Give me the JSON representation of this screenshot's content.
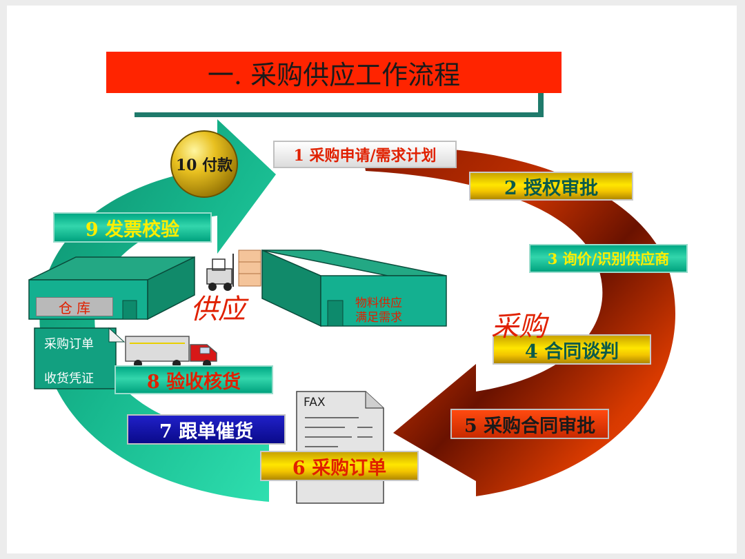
{
  "title": "一. 采购供应工作流程",
  "steps": {
    "s1": "1 采购申请/需求计划",
    "s2": "2  授权审批",
    "s3": "3  询价/识别供应商",
    "s4": "4  合同谈判",
    "s5": "5  采购合同审批",
    "s6": "6  采购订单",
    "s7": "7  跟单催货",
    "s8": "8  验收核货",
    "s9": "9   发票校验",
    "s10": "10 付款"
  },
  "labels": {
    "purchase": "采购",
    "supply": "供应",
    "warehouse": "仓 库",
    "material_line1": "物料供应",
    "material_line2": "满足需求",
    "po_doc": "采购订单",
    "receipt_doc": "收货凭证",
    "fax": "FAX"
  },
  "colors": {
    "title_red": "#ff2400",
    "teal_bar": "#1f7a6b",
    "arrow_red": "#a82300",
    "arrow_green": "#0e9a78",
    "step7_blue": "#1010a0",
    "step_text_red": "#e02000"
  }
}
